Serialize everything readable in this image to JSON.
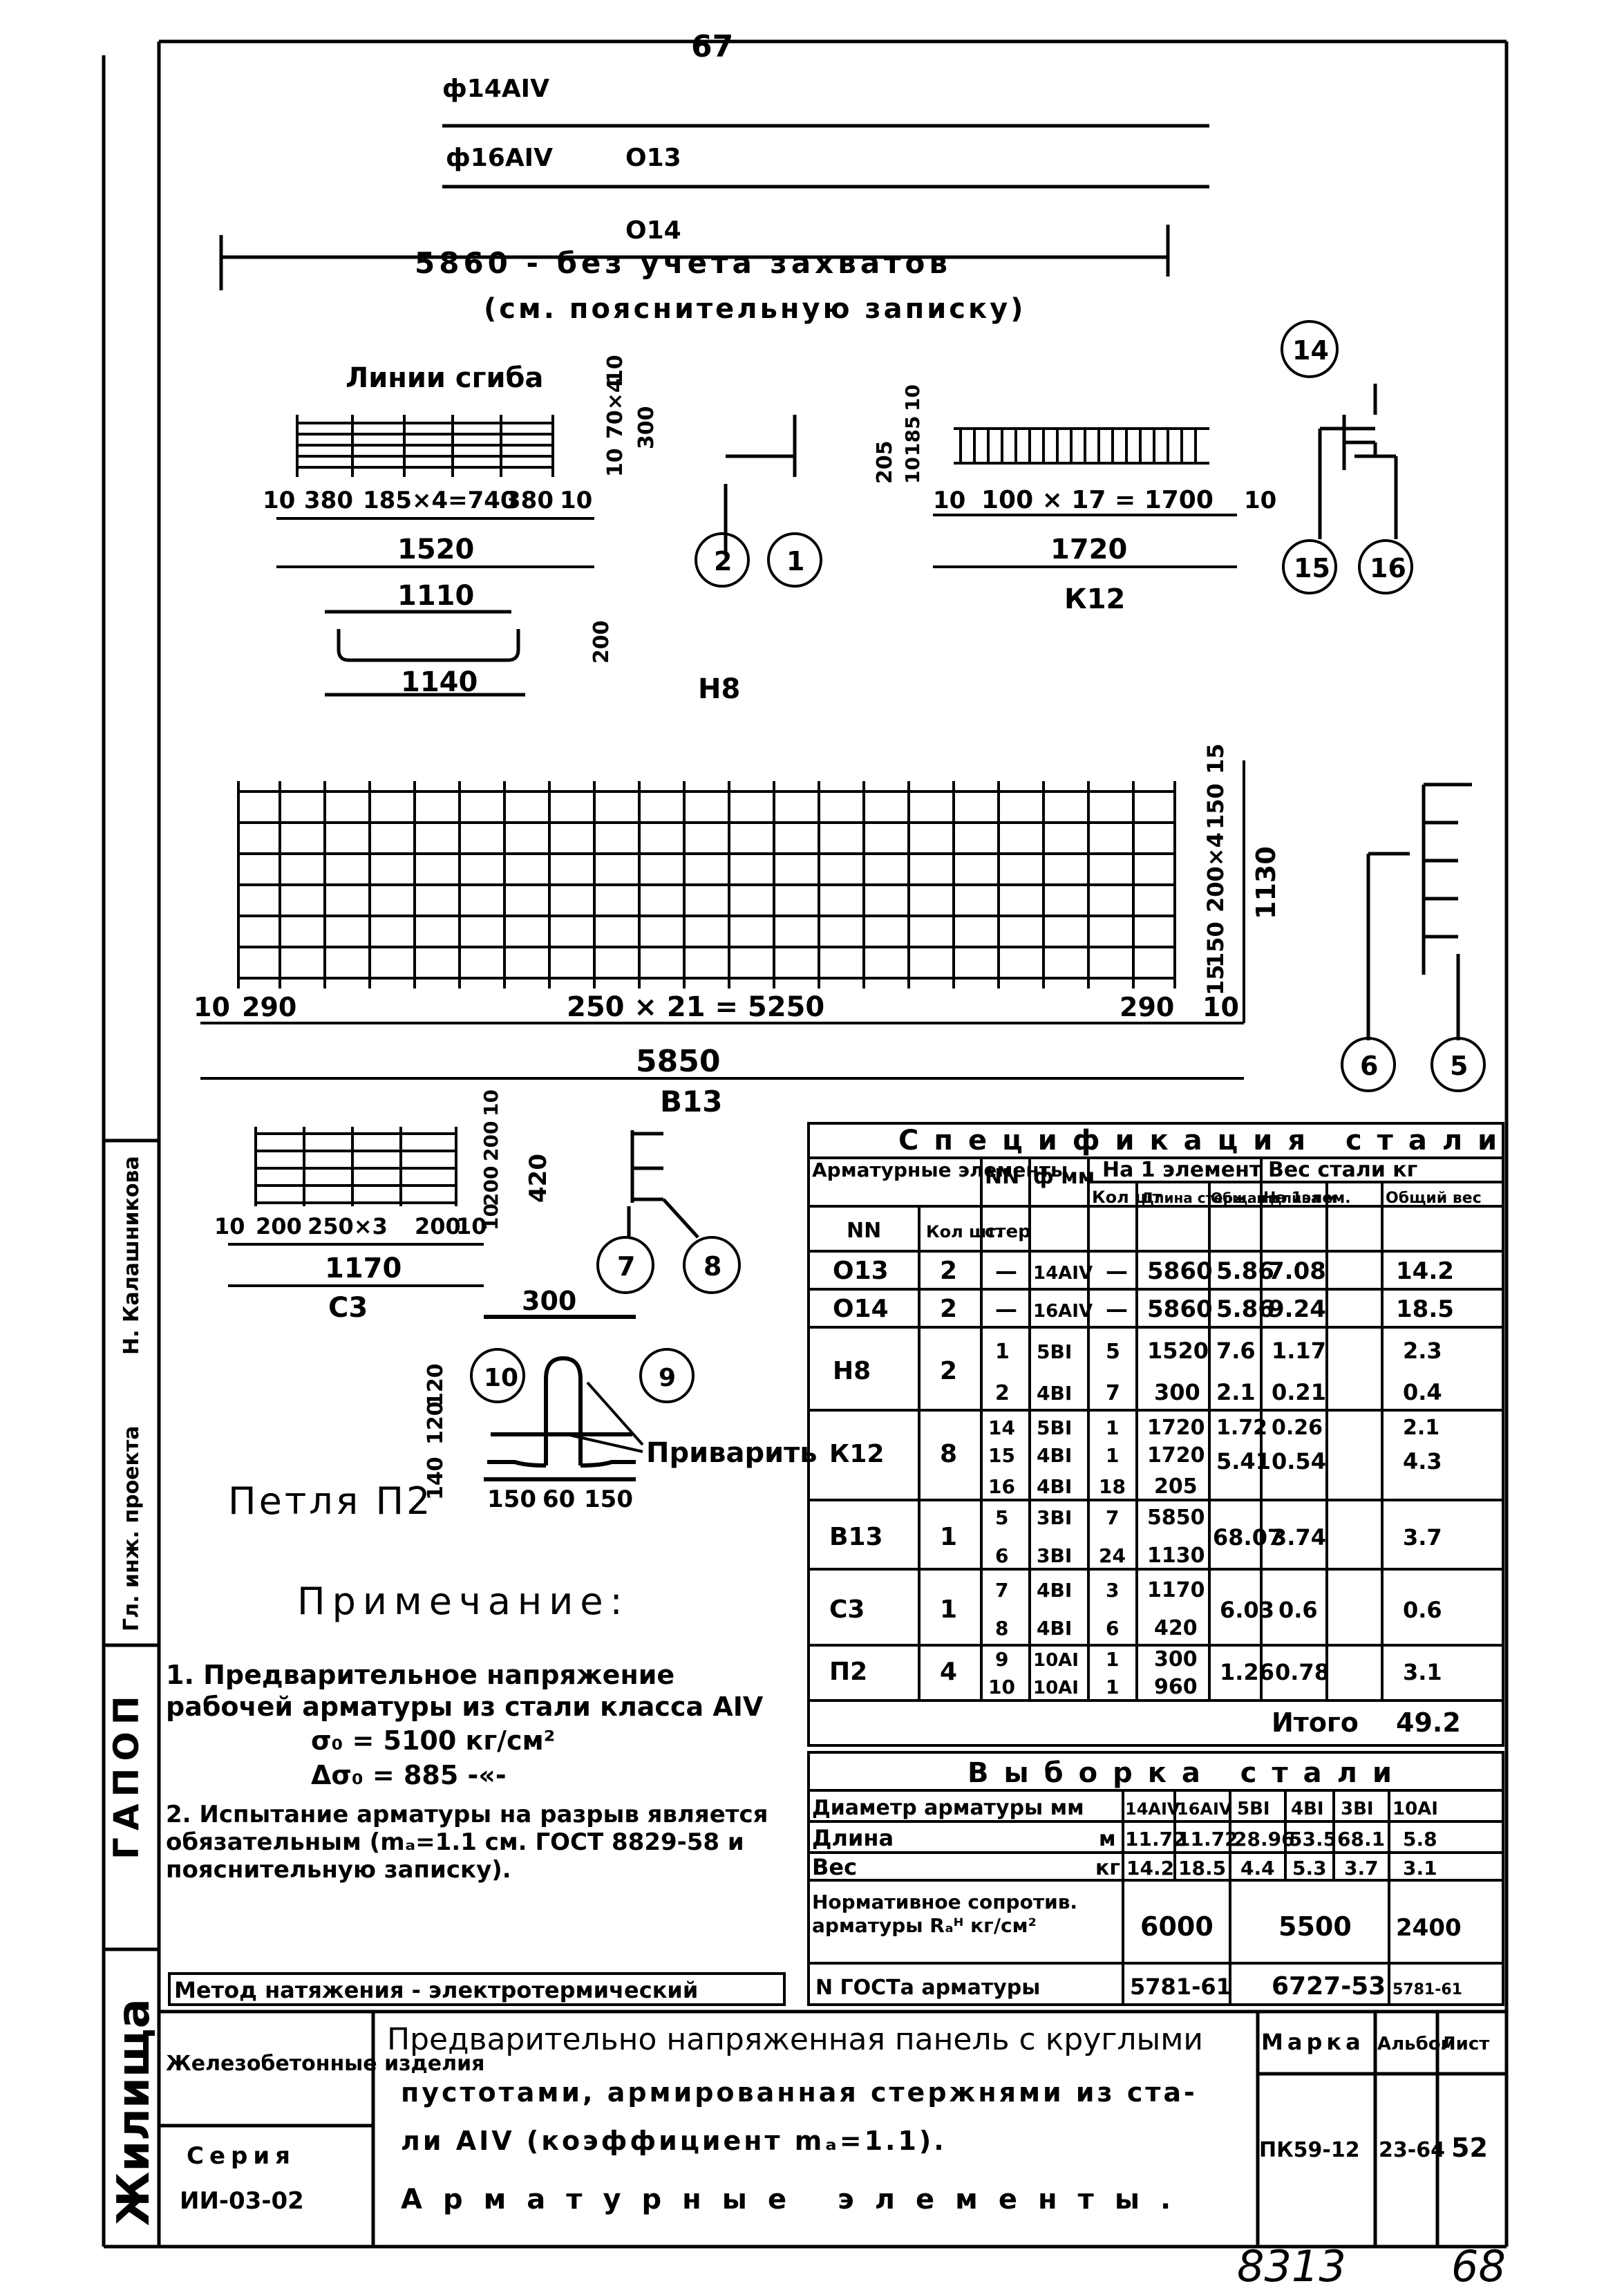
{
  "page_number_top": "67",
  "handwritten_numbers": {
    "left": "8313",
    "right": "68"
  },
  "bars_top": {
    "rod1_label": "ф14АIV",
    "rod2_label": "ф16АIV",
    "rod2_mark": "О13",
    "rod3_mark": "О14",
    "length_note": "5860 - без учета захватов",
    "length_note_ref": "(см. пояснительную записку)"
  },
  "elements": {
    "h8": {
      "mark": "Н8",
      "bend_lines_label": "Линии сгиба",
      "dim_bottom": [
        "10",
        "380",
        "185×4=740",
        "380",
        "10"
      ],
      "total_length": "1520",
      "dim_right": [
        "10",
        "70×4",
        "300",
        "10"
      ],
      "profile_top": "1110",
      "profile_bottom": "1140",
      "profile_height": "200",
      "callouts": [
        "2",
        "1"
      ]
    },
    "k12": {
      "mark": "К12",
      "dim_bottom": [
        "10",
        "100 × 17 = 1700",
        "10"
      ],
      "total_length": "1720",
      "dim_left": [
        "205",
        "10",
        "185",
        "10"
      ],
      "callouts": [
        "14",
        "15",
        "16"
      ]
    },
    "b13": {
      "mark": "В13",
      "dim_bottom": [
        "10",
        "290",
        "250 × 21 = 5250",
        "290",
        "10"
      ],
      "total_length": "5850",
      "dim_right": [
        "15",
        "150",
        "200×4",
        "150",
        "15"
      ],
      "total_height": "1130",
      "callouts": [
        "6",
        "5"
      ]
    },
    "c3": {
      "mark": "С3",
      "dim_bottom": [
        "10",
        "200",
        "250×3",
        "200",
        "10"
      ],
      "total_length": "1170",
      "dim_right": [
        "10",
        "200",
        "200",
        "10"
      ],
      "total_height": "420",
      "callouts": [
        "7",
        "8"
      ]
    },
    "p2": {
      "title": "Петля П2",
      "dim_top": "300",
      "dim_left": [
        "120",
        "120",
        "140"
      ],
      "dim_bottom": [
        "150",
        "60",
        "150"
      ],
      "weld_label": "Приварить",
      "callouts": [
        "10",
        "9"
      ]
    }
  },
  "notes": {
    "title": "Примечание:",
    "item1": "1. Предварительное напряжение рабочей арматуры из стали класса АIV",
    "item1_formula1": "σ₀ = 5100 кг/см²",
    "item1_formula2": "Δσ₀ = 885 -«-",
    "item2": "2. Испытание арматуры на разрыв является обязательным (mₐ=1.1 см. ГОСТ 8829-58 и пояснительную записку)."
  },
  "method": "Метод натяжения - электротермический",
  "spec_table": {
    "title": "Спецификация стали",
    "headers": {
      "elements": "Арматурные элементы",
      "nn_col": "NN",
      "mark": "NN",
      "count": "Кол шт.",
      "rod": "стер",
      "diameter": "ф мм",
      "per_element": "На 1 элемент",
      "qty": "Кол шт",
      "rod_length": "Длина стерж. мм",
      "total_length": "Общая длина м",
      "steel_weight": "Вес стали кг",
      "per_elem_weight": "На 1элем.",
      "total_weight": "Общий вес"
    },
    "groups": [
      {
        "mark": "О13",
        "count": "2",
        "rows": [
          [
            "—",
            "14АIV",
            "—",
            "5860",
            "5.86"
          ]
        ],
        "w1": "7.08",
        "wt": "14.2"
      },
      {
        "mark": "О14",
        "count": "2",
        "rows": [
          [
            "—",
            "16АIV",
            "—",
            "5860",
            "5.86"
          ]
        ],
        "w1": "9.24",
        "wt": "18.5"
      },
      {
        "mark": "Н8",
        "count": "2",
        "rows": [
          [
            "1",
            "5ВI",
            "5",
            "1520",
            "7.6"
          ],
          [
            "2",
            "4ВI",
            "7",
            "300",
            "2.1"
          ]
        ],
        "w1": [
          "1.17",
          "0.21"
        ],
        "wt": [
          "2.3",
          "0.4"
        ]
      },
      {
        "mark": "К12",
        "count": "8",
        "rows": [
          [
            "14",
            "5ВI",
            "1",
            "1720",
            "1.72"
          ],
          [
            "15",
            "4ВI",
            "1",
            "1720",
            ""
          ],
          [
            "16",
            "4ВI",
            "18",
            "205",
            ""
          ]
        ],
        "len_merged": "5.41",
        "w1": [
          "0.26",
          "0.54"
        ],
        "wt": [
          "2.1",
          "4.3"
        ]
      },
      {
        "mark": "В13",
        "count": "1",
        "rows": [
          [
            "5",
            "3ВI",
            "7",
            "5850",
            ""
          ],
          [
            "6",
            "3ВI",
            "24",
            "1130",
            ""
          ]
        ],
        "len_merged": "68.07",
        "w1": "3.74",
        "wt": "3.7"
      },
      {
        "mark": "С3",
        "count": "1",
        "rows": [
          [
            "7",
            "4ВI",
            "3",
            "1170",
            ""
          ],
          [
            "8",
            "4ВI",
            "6",
            "420",
            ""
          ]
        ],
        "len_merged": "6.03",
        "w1": "0.6",
        "wt": "0.6"
      },
      {
        "mark": "П2",
        "count": "4",
        "rows": [
          [
            "9",
            "10АI",
            "1",
            "300",
            ""
          ],
          [
            "10",
            "10АI",
            "1",
            "960",
            ""
          ]
        ],
        "len_merged": "1.26",
        "w1": "0.78",
        "wt": "3.1"
      }
    ],
    "total_label": "Итого",
    "total_value": "49.2"
  },
  "selection_table": {
    "title": "Выборка стали",
    "columns": [
      "14АIV",
      "16АIV",
      "5ВI",
      "4ВI",
      "3ВI",
      "10АI"
    ],
    "rows": [
      {
        "label": "Диаметр арматуры мм",
        "values": [
          "14АIV",
          "16АIV",
          "5ВI",
          "4ВI",
          "3ВI",
          "10АI"
        ]
      },
      {
        "label": "Длина",
        "unit": "м",
        "values": [
          "11.72",
          "11.72",
          "28.96",
          "53.5",
          "68.1",
          "5.8"
        ]
      },
      {
        "label": "Вес",
        "unit": "кг",
        "values": [
          "14.2",
          "18.5",
          "4.4",
          "5.3",
          "3.7",
          "3.1"
        ]
      }
    ],
    "resistance_label": "Нормативное сопротив. арматуры Rₐᴴ кг/см²",
    "resistance_values": [
      "6000",
      "5500",
      "2400"
    ],
    "gost_label": "N ГОСТа арматуры",
    "gost_values": [
      "5781-61",
      "6727-53",
      "5781-61"
    ]
  },
  "title_block": {
    "category": "Железобетонные изделия",
    "series_label": "Серия",
    "series": "ИИ-03-02",
    "title_line1": "Предварительно напряженная панель с круглыми",
    "title_line2": "пустотами, армированная стержнями из ста-",
    "title_line3": "ли АIV (коэффициент mₐ=1.1).",
    "title_line4": "Арматурные элементы.",
    "mark_label": "Марка",
    "album_label": "Альбом",
    "sheet_label": "Лист",
    "mark": "ПК59-12",
    "album": "23-64",
    "sheet": "52"
  },
  "side_strip": {
    "zone1": "Жилища",
    "zone2": "ГАПОП",
    "zone3": "Гл. инж. проекта",
    "zone4": "Н. Калашникова"
  }
}
